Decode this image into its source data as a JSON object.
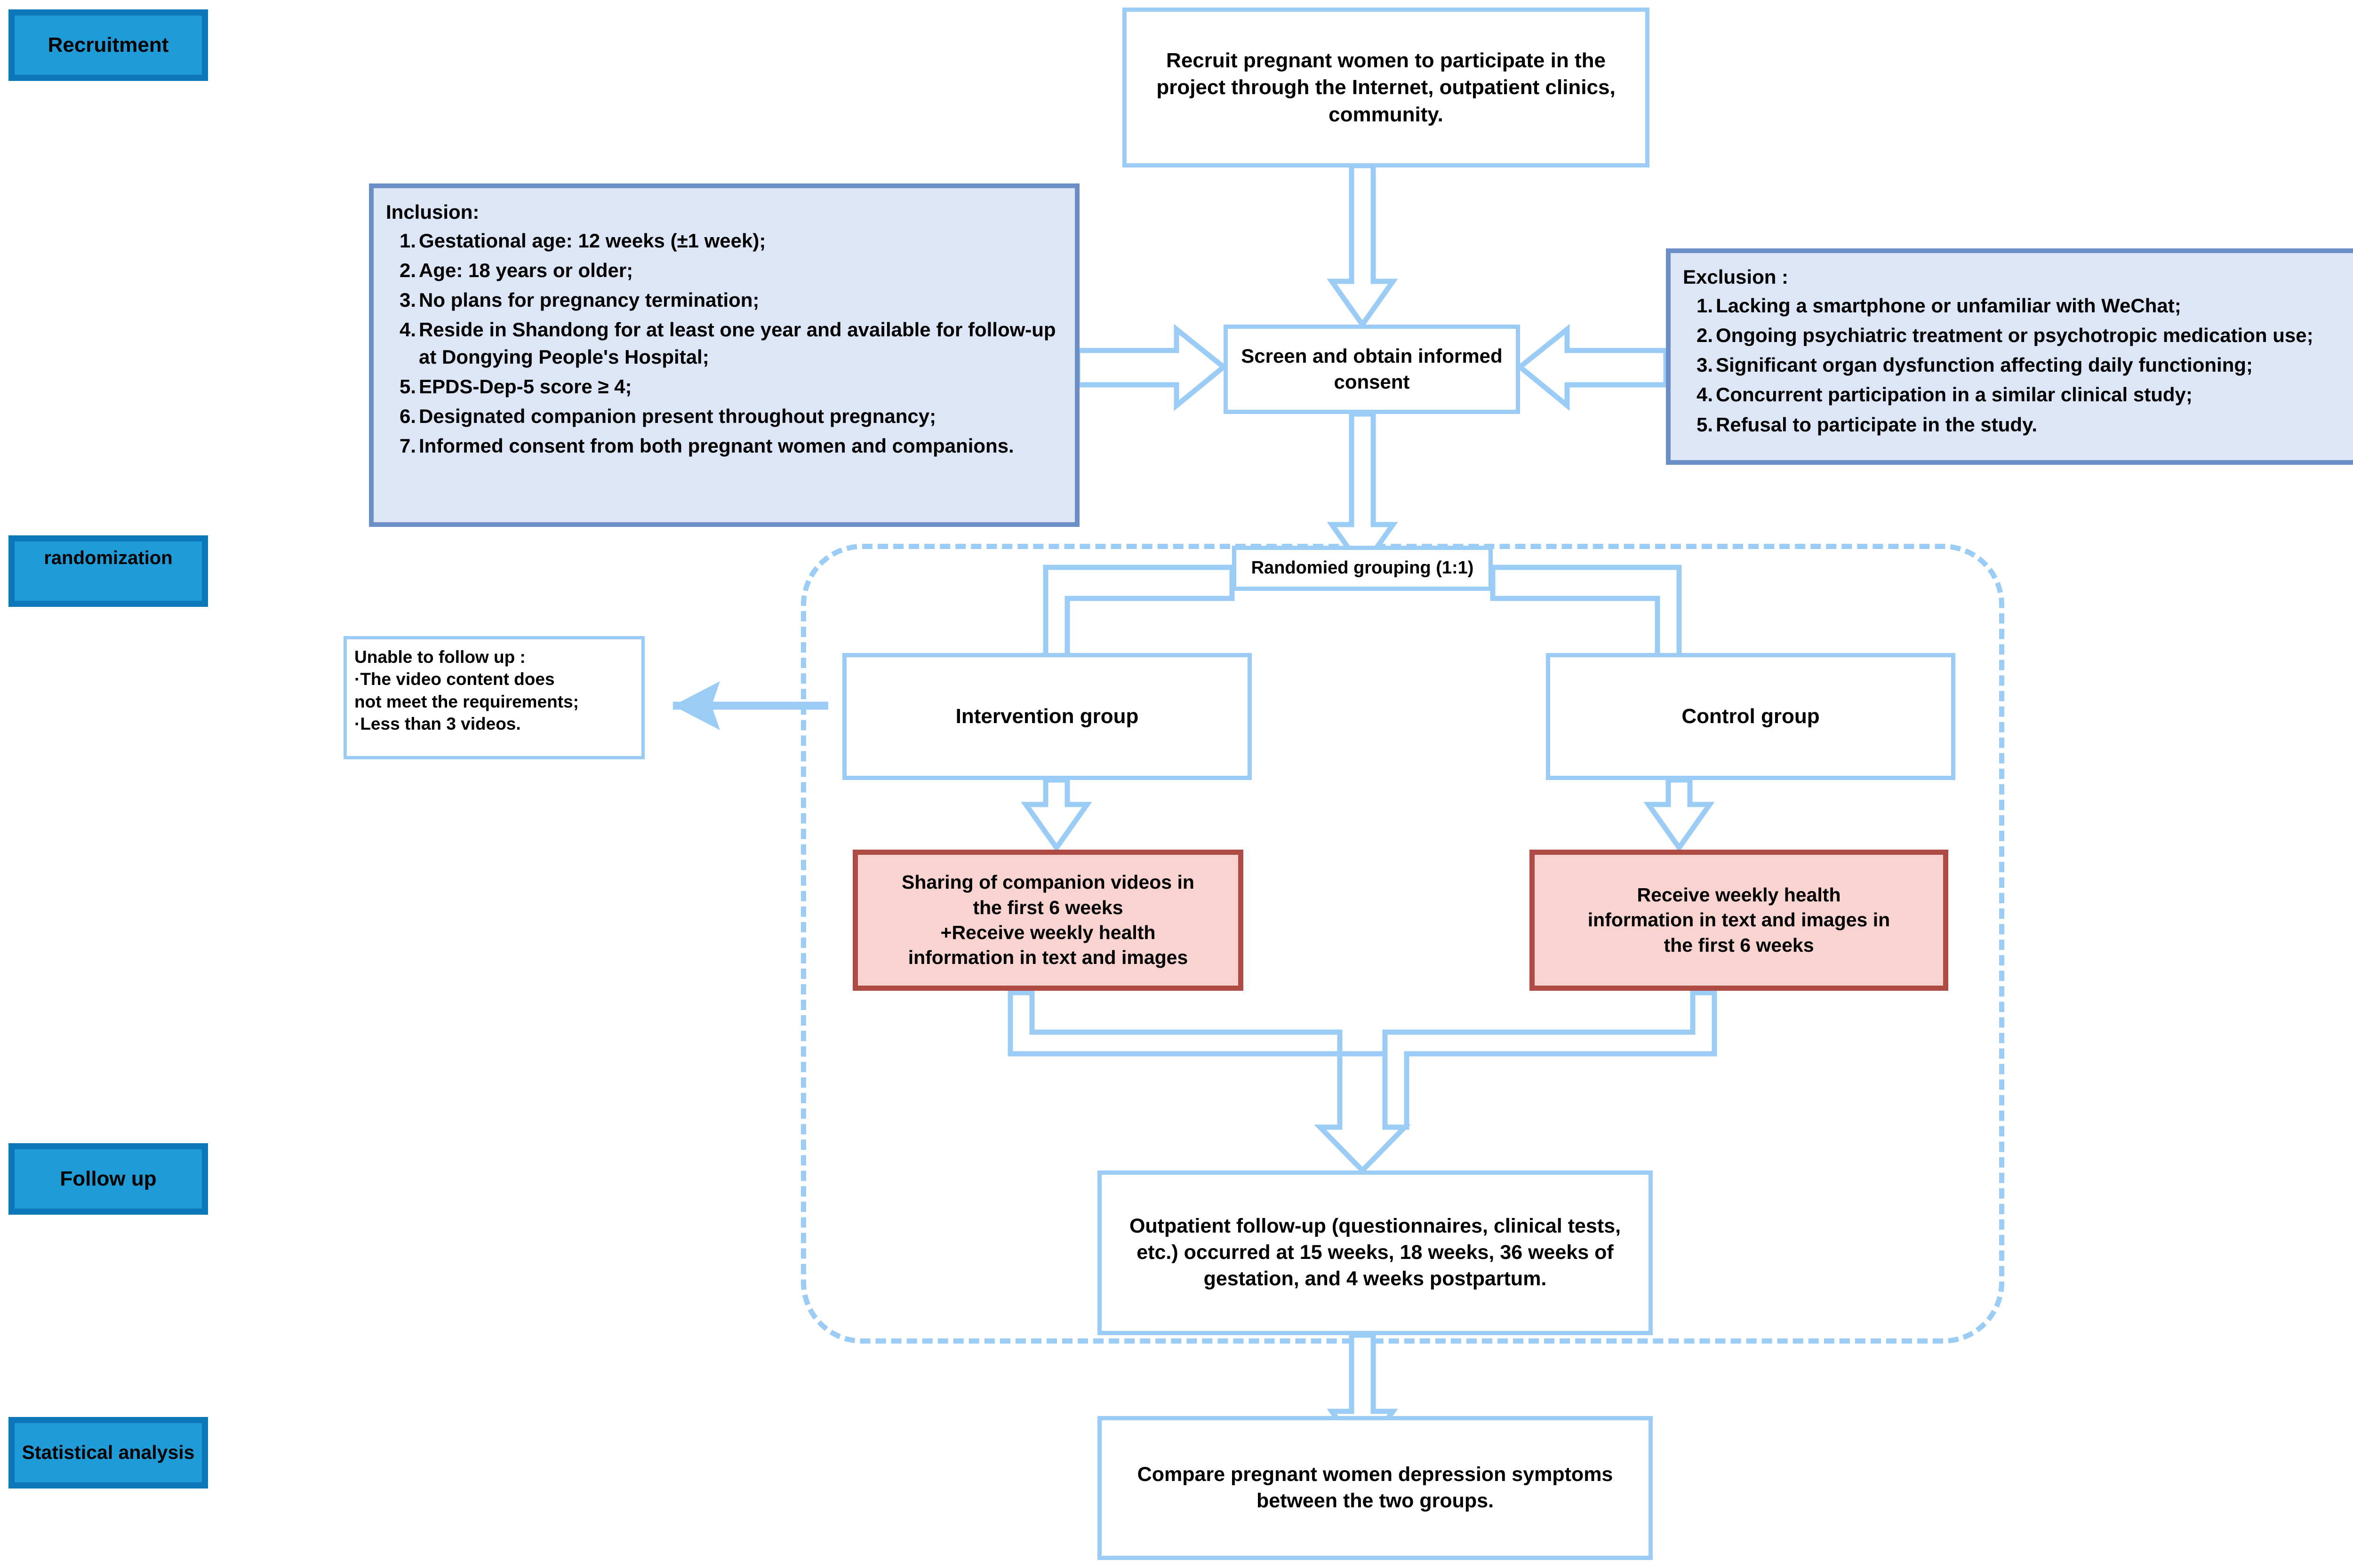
{
  "colors": {
    "stage_fill": "#1F9BD8",
    "stage_border": "#0B77B8",
    "connector": "#9ACCF5",
    "criteria_fill": "#DCE6F6",
    "criteria_border": "#6B8FC4",
    "pink_fill": "#F8D3CF",
    "pink_border": "#B04A44",
    "box_border": "#9ACCF5",
    "background": "#FFFFFF"
  },
  "stages": [
    {
      "key": "recruitment",
      "label": "Recruitment"
    },
    {
      "key": "randomization",
      "label": "randomization"
    },
    {
      "key": "follow-up",
      "label": "Follow up"
    },
    {
      "key": "statistical-analysis",
      "label": "Statistical analysis"
    }
  ],
  "nodes": {
    "recruit": {
      "label": "Recruit pregnant women to participate in the project through the Internet, outpatient clinics, community."
    },
    "screen": {
      "label": "Screen and obtain informed consent"
    },
    "randomize": {
      "label": "Randomied grouping (1:1)"
    },
    "intervention_group": {
      "label": "Intervention group"
    },
    "control_group": {
      "label": "Control group"
    },
    "intervention_action": {
      "label": "Sharing of companion videos in the first 6 weeks +Receive weekly health information in text and images",
      "lines": [
        "Sharing of companion videos in",
        "the first 6 weeks",
        "+Receive weekly health",
        "information in text and images"
      ]
    },
    "control_action": {
      "label": "Receive weekly health information in text and images in the first 6 weeks",
      "lines": [
        "Receive weekly health",
        "information in text and images in",
        "the first 6 weeks"
      ]
    },
    "followup": {
      "label": "Outpatient follow-up (questionnaires, clinical tests, etc.) occurred at 15 weeks, 18 weeks, 36 weeks of gestation, and 4 weeks postpartum."
    },
    "compare": {
      "label": "Compare pregnant women depression symptoms between the two groups."
    }
  },
  "inclusion": {
    "heading": "Inclusion:",
    "items": [
      "Gestational age: 12 weeks (±1 week);",
      "Age: 18 years or older;",
      "No plans for pregnancy termination;",
      "Reside in Shandong for at least one year and available for follow-up at Dongying People's Hospital;",
      "EPDS-Dep-5 score ≥ 4;",
      "Designated companion present throughout pregnancy;",
      "Informed consent from both pregnant women and companions."
    ]
  },
  "exclusion": {
    "heading": "Exclusion :",
    "items": [
      "Lacking a smartphone or unfamiliar with WeChat;",
      "Ongoing psychiatric treatment or psychotropic medication use;",
      "Significant organ dysfunction affecting daily functioning;",
      "Concurrent participation in a similar clinical study;",
      "Refusal to participate in the study."
    ]
  },
  "unable_followup": {
    "heading": "Unable to follow up :",
    "items": [
      "·The video content does not meet the requirements;",
      "·Less than 3 videos."
    ],
    "line1": "Unable to follow up :",
    "line2": "·The video content does",
    "line3": "not meet the requirements;",
    "line4": "·Less than 3 videos."
  }
}
